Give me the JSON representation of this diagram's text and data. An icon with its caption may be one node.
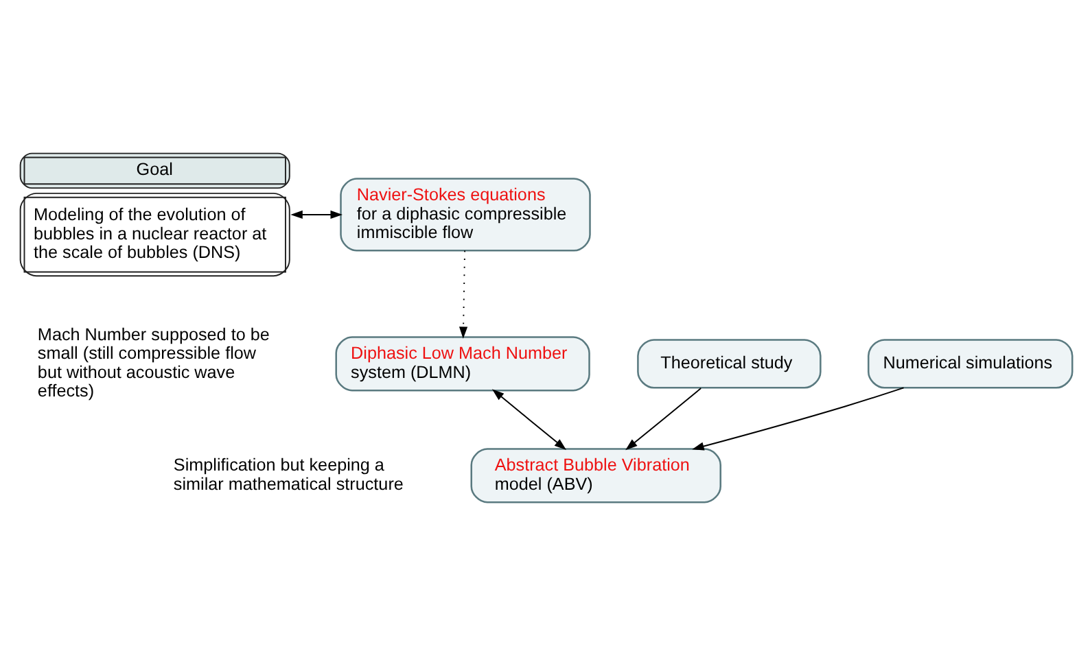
{
  "diagram": {
    "nodes": [
      {
        "text": [
          "Goal",
          "Modeling of the evolution of bubbles in a nuclear reactor at the scale of bubbles (DNS)"
        ]
      },
      {
        "text": [
          "Navier-Stokes equations",
          "for a diphasic compressible immiscible flow"
        ]
      },
      {
        "text": [
          "Diphasic Low Mach Number",
          "system (DLMN)"
        ]
      },
      {
        "text": [
          "Abstract Bubble Vibration",
          "model (ABV)"
        ]
      },
      {
        "text": [
          "Theoretical study"
        ]
      },
      {
        "text": [
          "Numerical simulations"
        ]
      }
    ],
    "edges": [
      {
        "from": 0,
        "to": 1,
        "arrow": "both"
      },
      {
        "from": 1,
        "to": 2,
        "arrow": "to",
        "style": "dashed"
      },
      {
        "from": 2,
        "to": 3,
        "arrow": "both"
      },
      {
        "from": 4,
        "to": 3,
        "arrow": "to"
      },
      {
        "from": 5,
        "to": 3,
        "arrow": "to"
      }
    ],
    "labels": [
      "Mach Number supposed to be small (still compressible flow but without acoustic wave effects)",
      "Simplification but keeping a similar mathematical structure"
    ]
  }
}
